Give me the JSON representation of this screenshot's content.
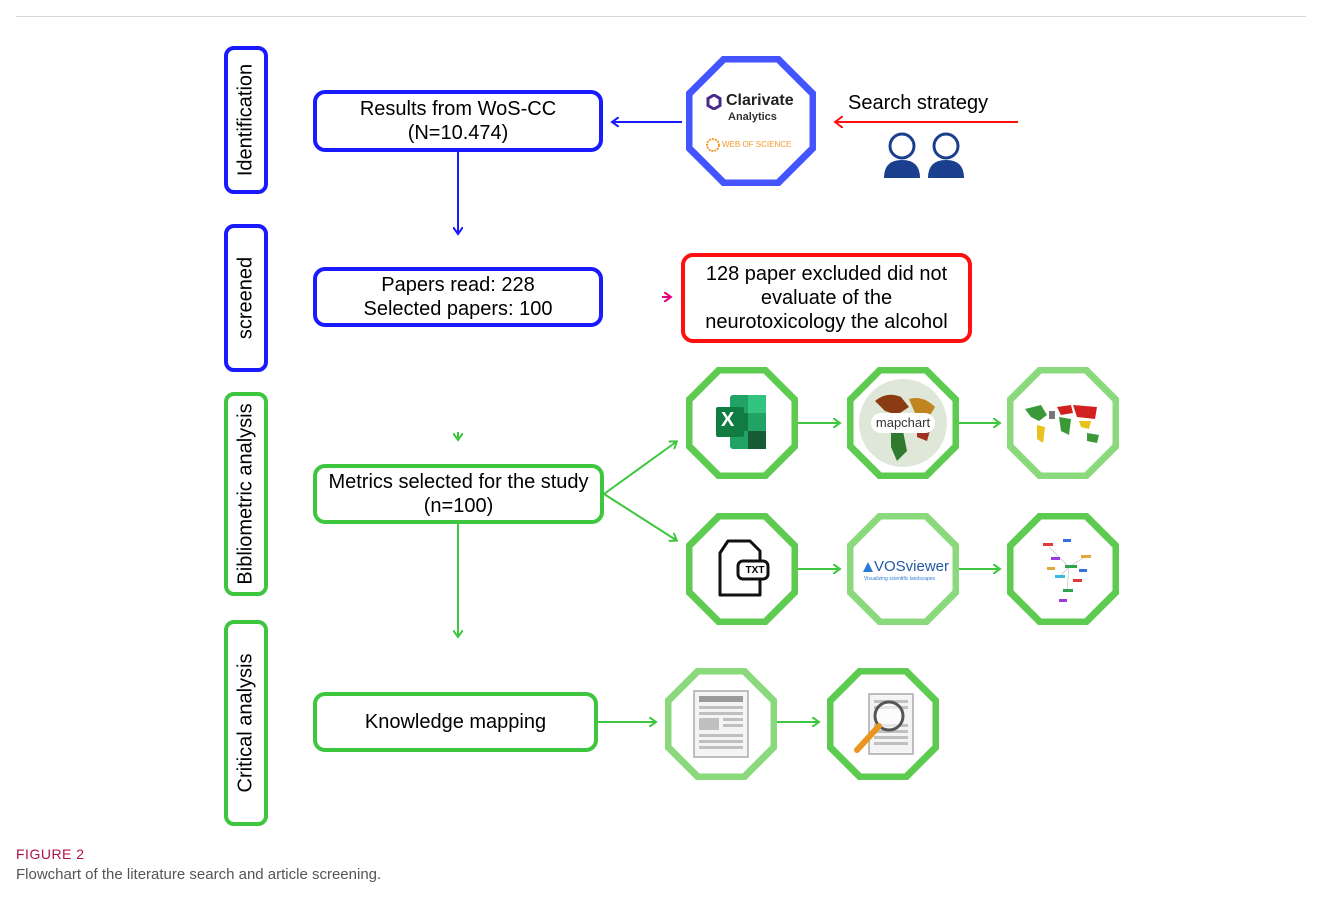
{
  "phases": {
    "identification": "Identification",
    "screened": "screened",
    "bibliometric": "Bibliometric analysis",
    "critical": "Critical analysis"
  },
  "boxes": {
    "wos": [
      "Results from WoS-CC",
      "(N=10.474)"
    ],
    "papers": [
      "Papers read: 228",
      "Selected papers: 100"
    ],
    "excluded": [
      "128 paper excluded did not",
      "evaluate of the",
      "neurotoxicology the alcohol"
    ],
    "metrics": [
      "Metrics selected for the study",
      "(n=100)"
    ],
    "knowledge": "Knowledge mapping"
  },
  "search_strategy": "Search strategy",
  "logos": {
    "clarivate": "Clarivate",
    "analytics": "Analytics",
    "web_of_science": "WEB OF SCIENCE",
    "excel": "X",
    "mapchart": "mapchart",
    "txt": "TXT",
    "vosviewer": "VOSviewer",
    "vosviewer_tagline": "Visualizing scientific landscapes"
  },
  "caption": {
    "label": "FIGURE 2",
    "text": "Flowchart of the literature search and article screening."
  },
  "colors": {
    "blue": "#1a1aff",
    "green": "#3ec63e",
    "red": "#ff1010",
    "magenta": "#e6007e"
  }
}
